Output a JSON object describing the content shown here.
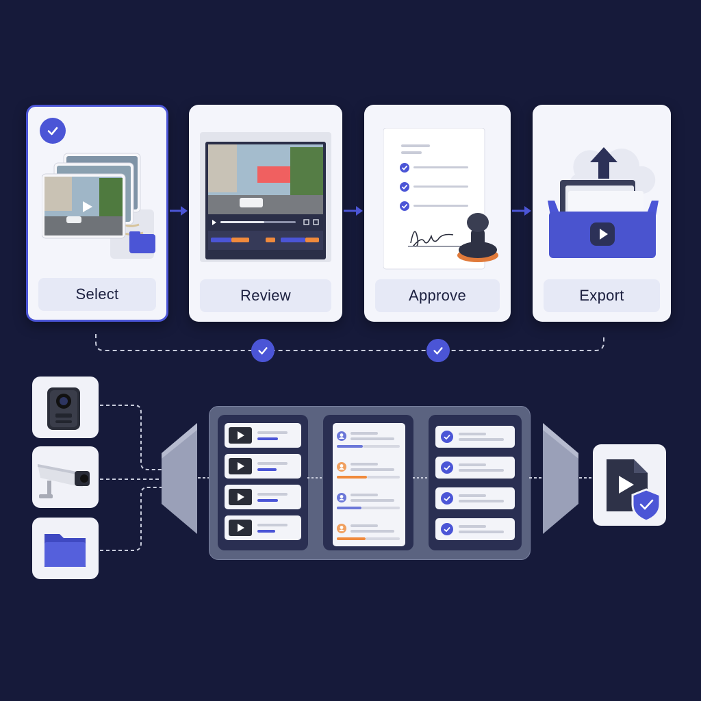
{
  "steps": [
    {
      "label": "Select"
    },
    {
      "label": "Review"
    },
    {
      "label": "Approve"
    },
    {
      "label": "Export"
    }
  ],
  "icons": {
    "sources": [
      "body-camera-icon",
      "security-camera-icon",
      "folder-icon"
    ],
    "output": "protected-video-file-icon"
  },
  "colors": {
    "background": "#161a3a",
    "accent": "#4b55d6",
    "highlight": "#f08a3c",
    "card": "#f4f5fb"
  }
}
